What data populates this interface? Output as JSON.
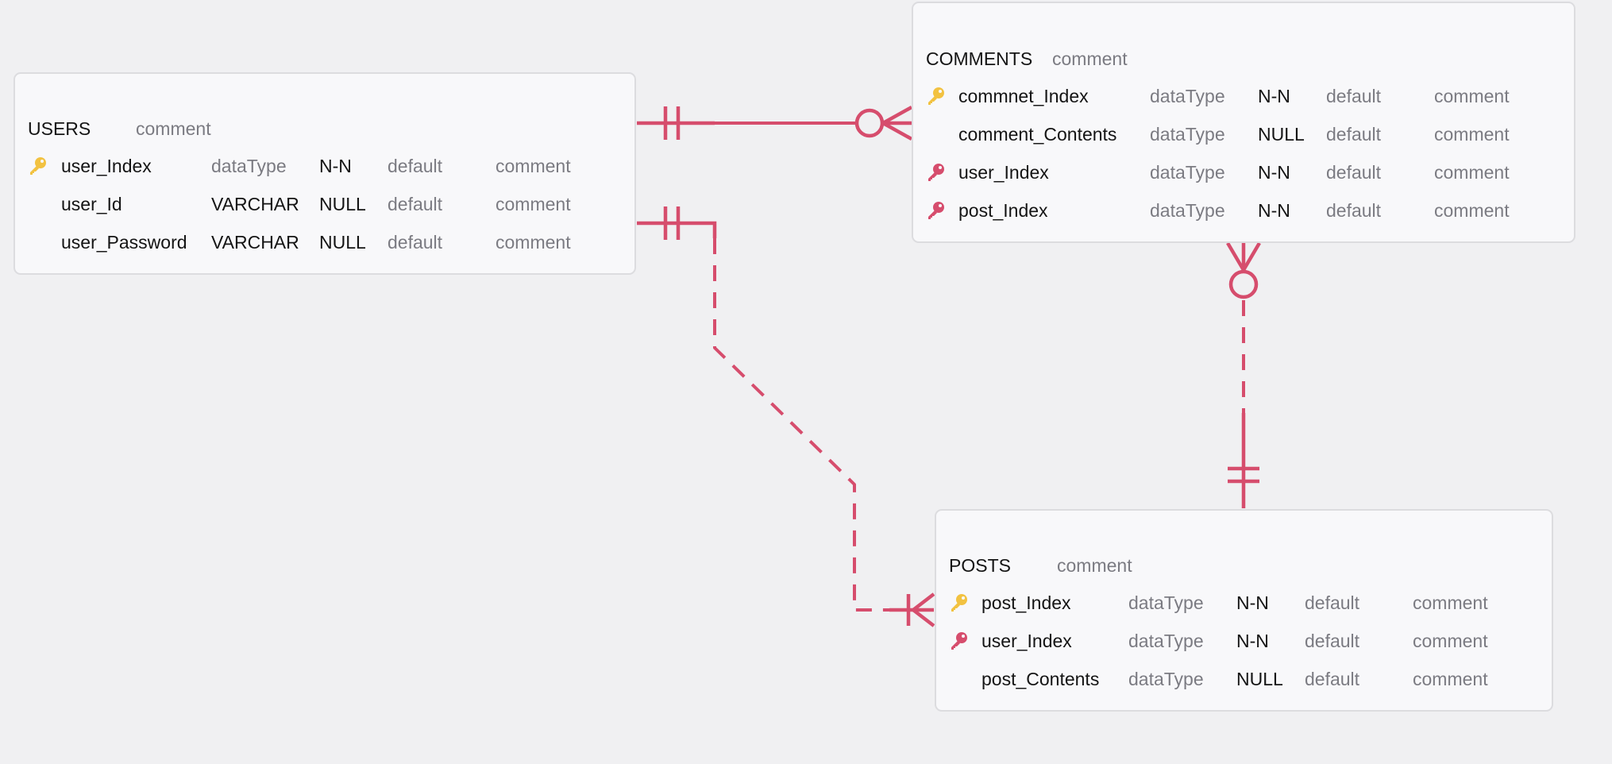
{
  "colors": {
    "background": "#f0f0f2",
    "relation": "#d64d6d",
    "primary_key": "#f2c241",
    "foreign_key": "#d64d6d"
  },
  "tables": {
    "users": {
      "name": "USERS",
      "comment": "comment",
      "columns": [
        {
          "key": "primary-key-icon",
          "name": "user_Index",
          "type": "dataType",
          "null": "N-N",
          "default": "default",
          "comment": "comment"
        },
        {
          "key": "",
          "name": "user_Id",
          "type": "VARCHAR",
          "null": "NULL",
          "default": "default",
          "comment": "comment"
        },
        {
          "key": "",
          "name": "user_Password",
          "type": "VARCHAR",
          "null": "NULL",
          "default": "default",
          "comment": "comment"
        }
      ]
    },
    "comments": {
      "name": "COMMENTS",
      "comment": "comment",
      "columns": [
        {
          "key": "primary-key-icon",
          "name": "commnet_Index",
          "type": "dataType",
          "null": "N-N",
          "default": "default",
          "comment": "comment"
        },
        {
          "key": "",
          "name": "comment_Contents",
          "type": "dataType",
          "null": "NULL",
          "default": "default",
          "comment": "comment"
        },
        {
          "key": "foreign-key-icon",
          "name": "user_Index",
          "type": "dataType",
          "null": "N-N",
          "default": "default",
          "comment": "comment"
        },
        {
          "key": "foreign-key-icon",
          "name": "post_Index",
          "type": "dataType",
          "null": "N-N",
          "default": "default",
          "comment": "comment"
        }
      ]
    },
    "posts": {
      "name": "POSTS",
      "comment": "comment",
      "columns": [
        {
          "key": "primary-key-icon",
          "name": "post_Index",
          "type": "dataType",
          "null": "N-N",
          "default": "default",
          "comment": "comment"
        },
        {
          "key": "foreign-key-icon",
          "name": "user_Index",
          "type": "dataType",
          "null": "N-N",
          "default": "default",
          "comment": "comment"
        },
        {
          "key": "",
          "name": "post_Contents",
          "type": "dataType",
          "null": "NULL",
          "default": "default",
          "comment": "comment"
        }
      ]
    }
  },
  "relationships": [
    {
      "from": "USERS",
      "to": "COMMENTS",
      "from_cardinality": "one-and-only-one",
      "to_cardinality": "zero-or-many"
    },
    {
      "from": "USERS",
      "to": "POSTS",
      "from_cardinality": "one-and-only-one",
      "to_cardinality": "one-or-many"
    },
    {
      "from": "POSTS",
      "to": "COMMENTS",
      "from_cardinality": "one-and-only-one",
      "to_cardinality": "zero-or-many"
    }
  ]
}
